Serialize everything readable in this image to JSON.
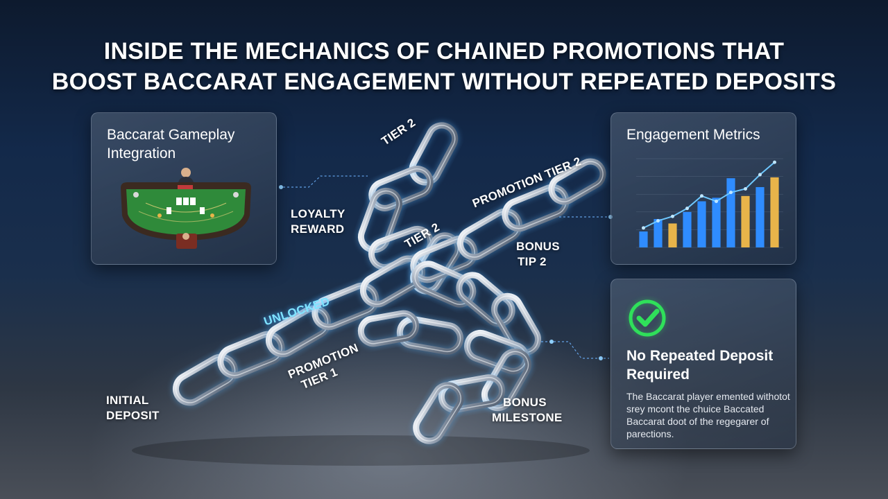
{
  "title": {
    "line1": "INSIDE THE MECHANICS OF CHAINED PROMOTIONS THAT",
    "line2": "BOOST BACCARAT ENGAGEMENT WITHOUT REPEATED DEPOSITS"
  },
  "panels": {
    "gameplay": {
      "title": "Baccarat Gameplay Integration"
    },
    "metrics": {
      "title": "Engagement Metrics",
      "bar_values": [
        18,
        32,
        27,
        40,
        52,
        56,
        78,
        58,
        68,
        79
      ],
      "trend_values": [
        22,
        30,
        35,
        44,
        58,
        52,
        62,
        66,
        82,
        96
      ]
    },
    "deposit": {
      "title": "No Repeated Deposit Required",
      "body": "The Baccarat player emented withotot srey mcont the chuice Baccated Baccarat doot of the regegarer of parections."
    }
  },
  "chain_labels": {
    "tier2_top": "TIER 2",
    "promotion_tier2": "PROMOTION TIER 2",
    "loyalty_1": "LOYALTY",
    "loyalty_2": "REWARD",
    "tier2_mid": "TIER 2",
    "bonus_tip_1": "BONUS",
    "bonus_tip_2": "TIP 2",
    "unlocked": "UNLOCKED",
    "promotion_tier1_1": "PROMOTION",
    "promotion_tier1_2": "TIER 1",
    "initial_1": "INITIAL",
    "initial_2": "DEPOSIT",
    "bonus_milestone_1": "BONUS",
    "bonus_milestone_2": "MILESTONE"
  },
  "colors": {
    "glow": "#5fb8ff",
    "unlocked": "#7fe3ff",
    "check": "#2fe05a",
    "bar_blue": "#2f8cff",
    "bar_gold": "#e8b44a",
    "felt": "#2f8a3a"
  }
}
